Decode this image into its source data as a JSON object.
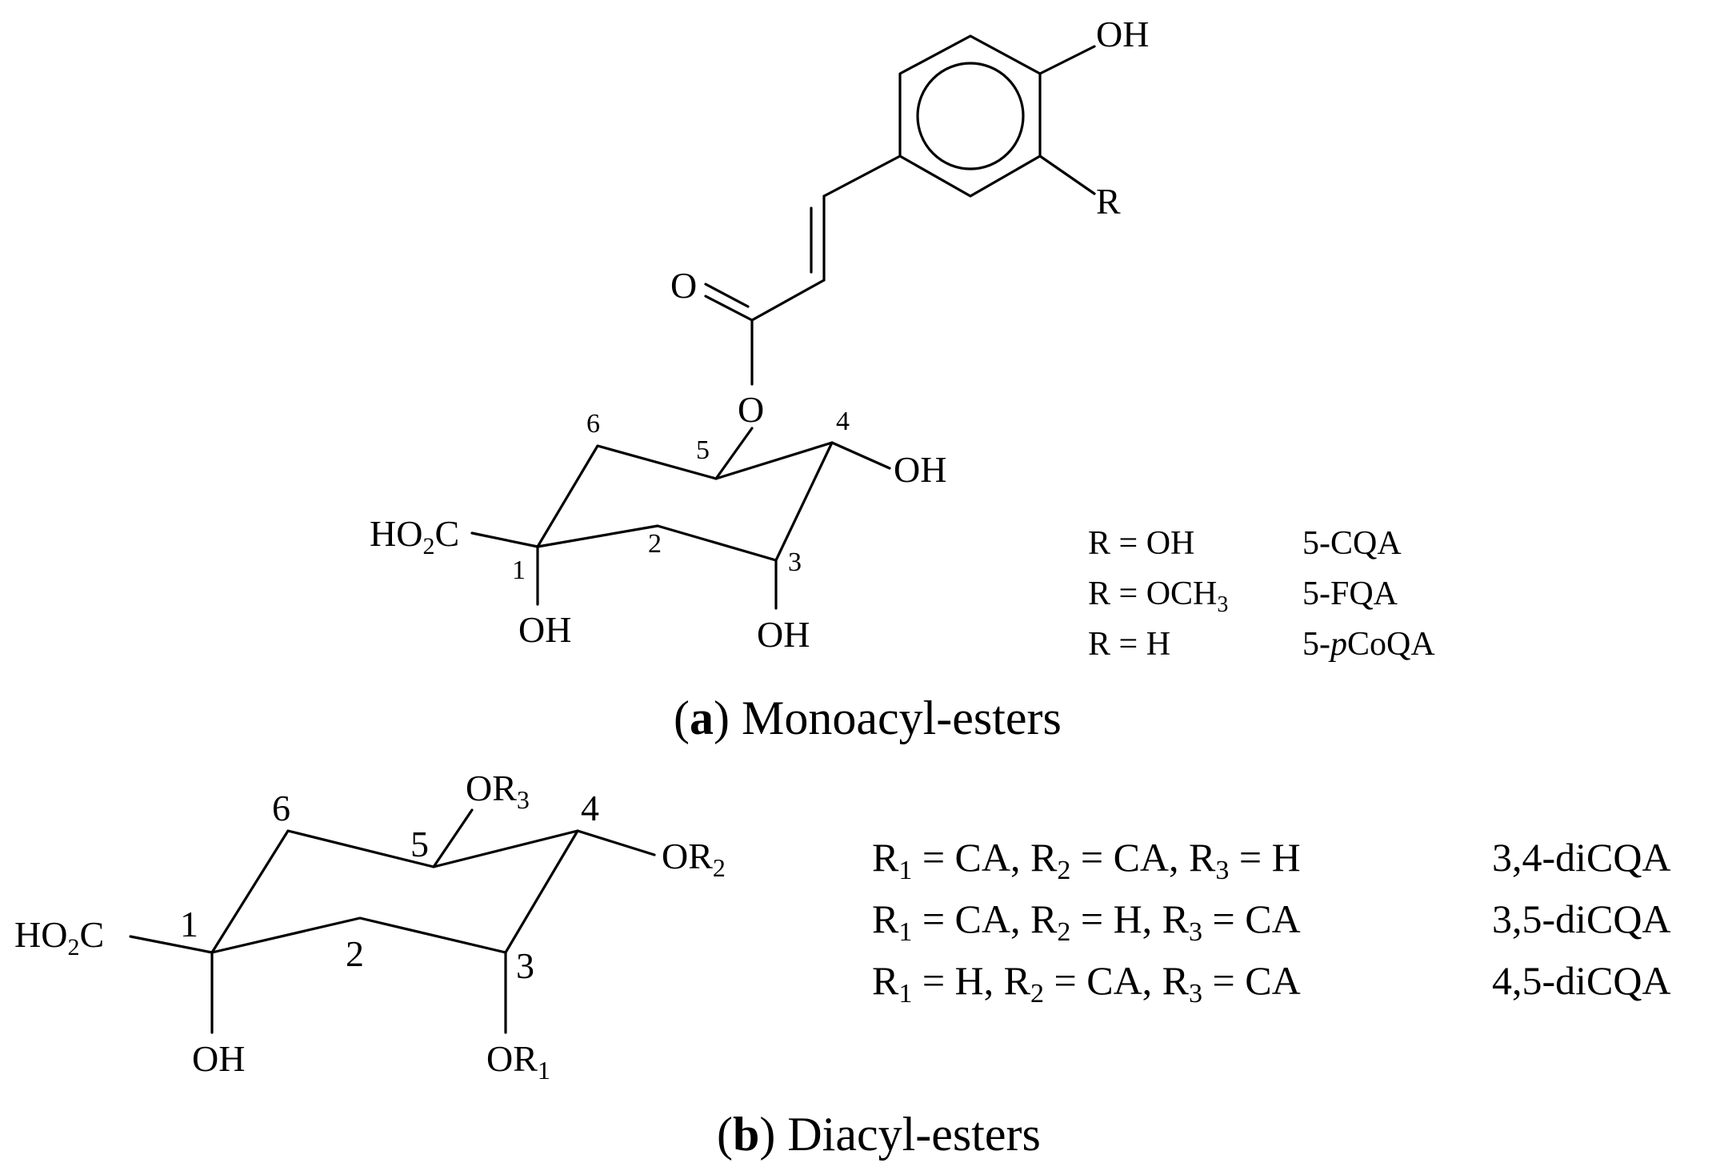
{
  "panel_a": {
    "atoms": {
      "oh_top": "OH",
      "r": "R",
      "carbonyl_o": "O",
      "ester_o": "O",
      "oh_c4": "OH",
      "ho2c": "HO",
      "ho2c_sub": "2",
      "ho2c_c": "C",
      "oh_c1": "OH",
      "oh_c3": "OH"
    },
    "ring_numbers": [
      "1",
      "2",
      "3",
      "4",
      "5",
      "6"
    ],
    "table": [
      {
        "r_label": "R = OH",
        "r_sub": "",
        "compound": "5-CQA"
      },
      {
        "r_label": "R = OCH",
        "r_sub": "3",
        "compound": "5-FQA"
      },
      {
        "r_label": "R = H",
        "r_sub": "",
        "compound_prefix": "5-",
        "compound_italic": "p",
        "compound_rest": "CoQA"
      }
    ],
    "caption": {
      "letter": "a",
      "text": " Monoacyl-esters"
    }
  },
  "panel_b": {
    "atoms": {
      "or3": "OR",
      "or3_sub": "3",
      "or2": "OR",
      "or2_sub": "2",
      "ho2c": "HO",
      "ho2c_sub": "2",
      "ho2c_c": "C",
      "oh_c1": "OH",
      "or1": "OR",
      "or1_sub": "1"
    },
    "ring_numbers": [
      "1",
      "2",
      "3",
      "4",
      "5",
      "6"
    ],
    "table": [
      {
        "parts": [
          "R",
          "1",
          " = CA, R",
          "2",
          " = CA, R",
          "3",
          " = H"
        ],
        "compound": "3,4-diCQA"
      },
      {
        "parts": [
          "R",
          "1",
          " = CA, R",
          "2",
          " = H, R",
          "3",
          " = CA"
        ],
        "compound": "3,5-diCQA"
      },
      {
        "parts": [
          "R",
          "1",
          " = H, R",
          "2",
          " = CA, R",
          "3",
          " = CA"
        ],
        "compound": "4,5-diCQA"
      }
    ],
    "caption": {
      "letter": "b",
      "text": " Diacyl-esters"
    }
  }
}
